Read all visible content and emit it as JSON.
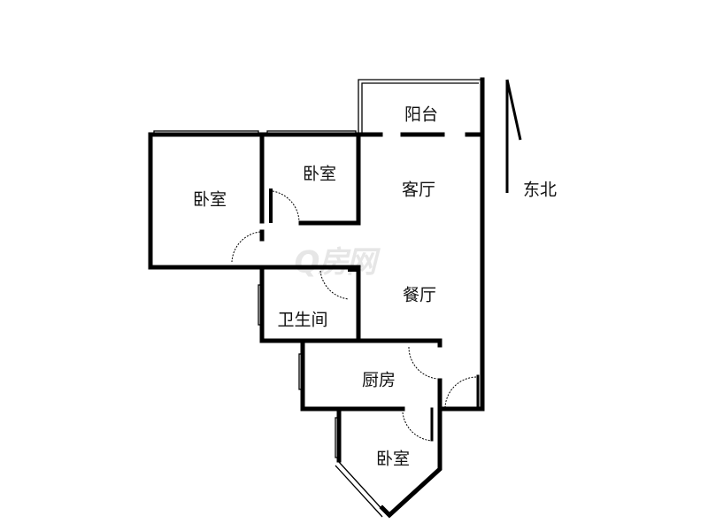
{
  "rooms": {
    "bedroom_left": "卧室",
    "bedroom_middle": "卧室",
    "balcony": "阳台",
    "living_room": "客厅",
    "dining_room": "餐厅",
    "bathroom": "卫生间",
    "kitchen": "厨房",
    "bedroom_bottom": "卧室"
  },
  "compass": {
    "label": "东北"
  },
  "watermark": "Q房网"
}
